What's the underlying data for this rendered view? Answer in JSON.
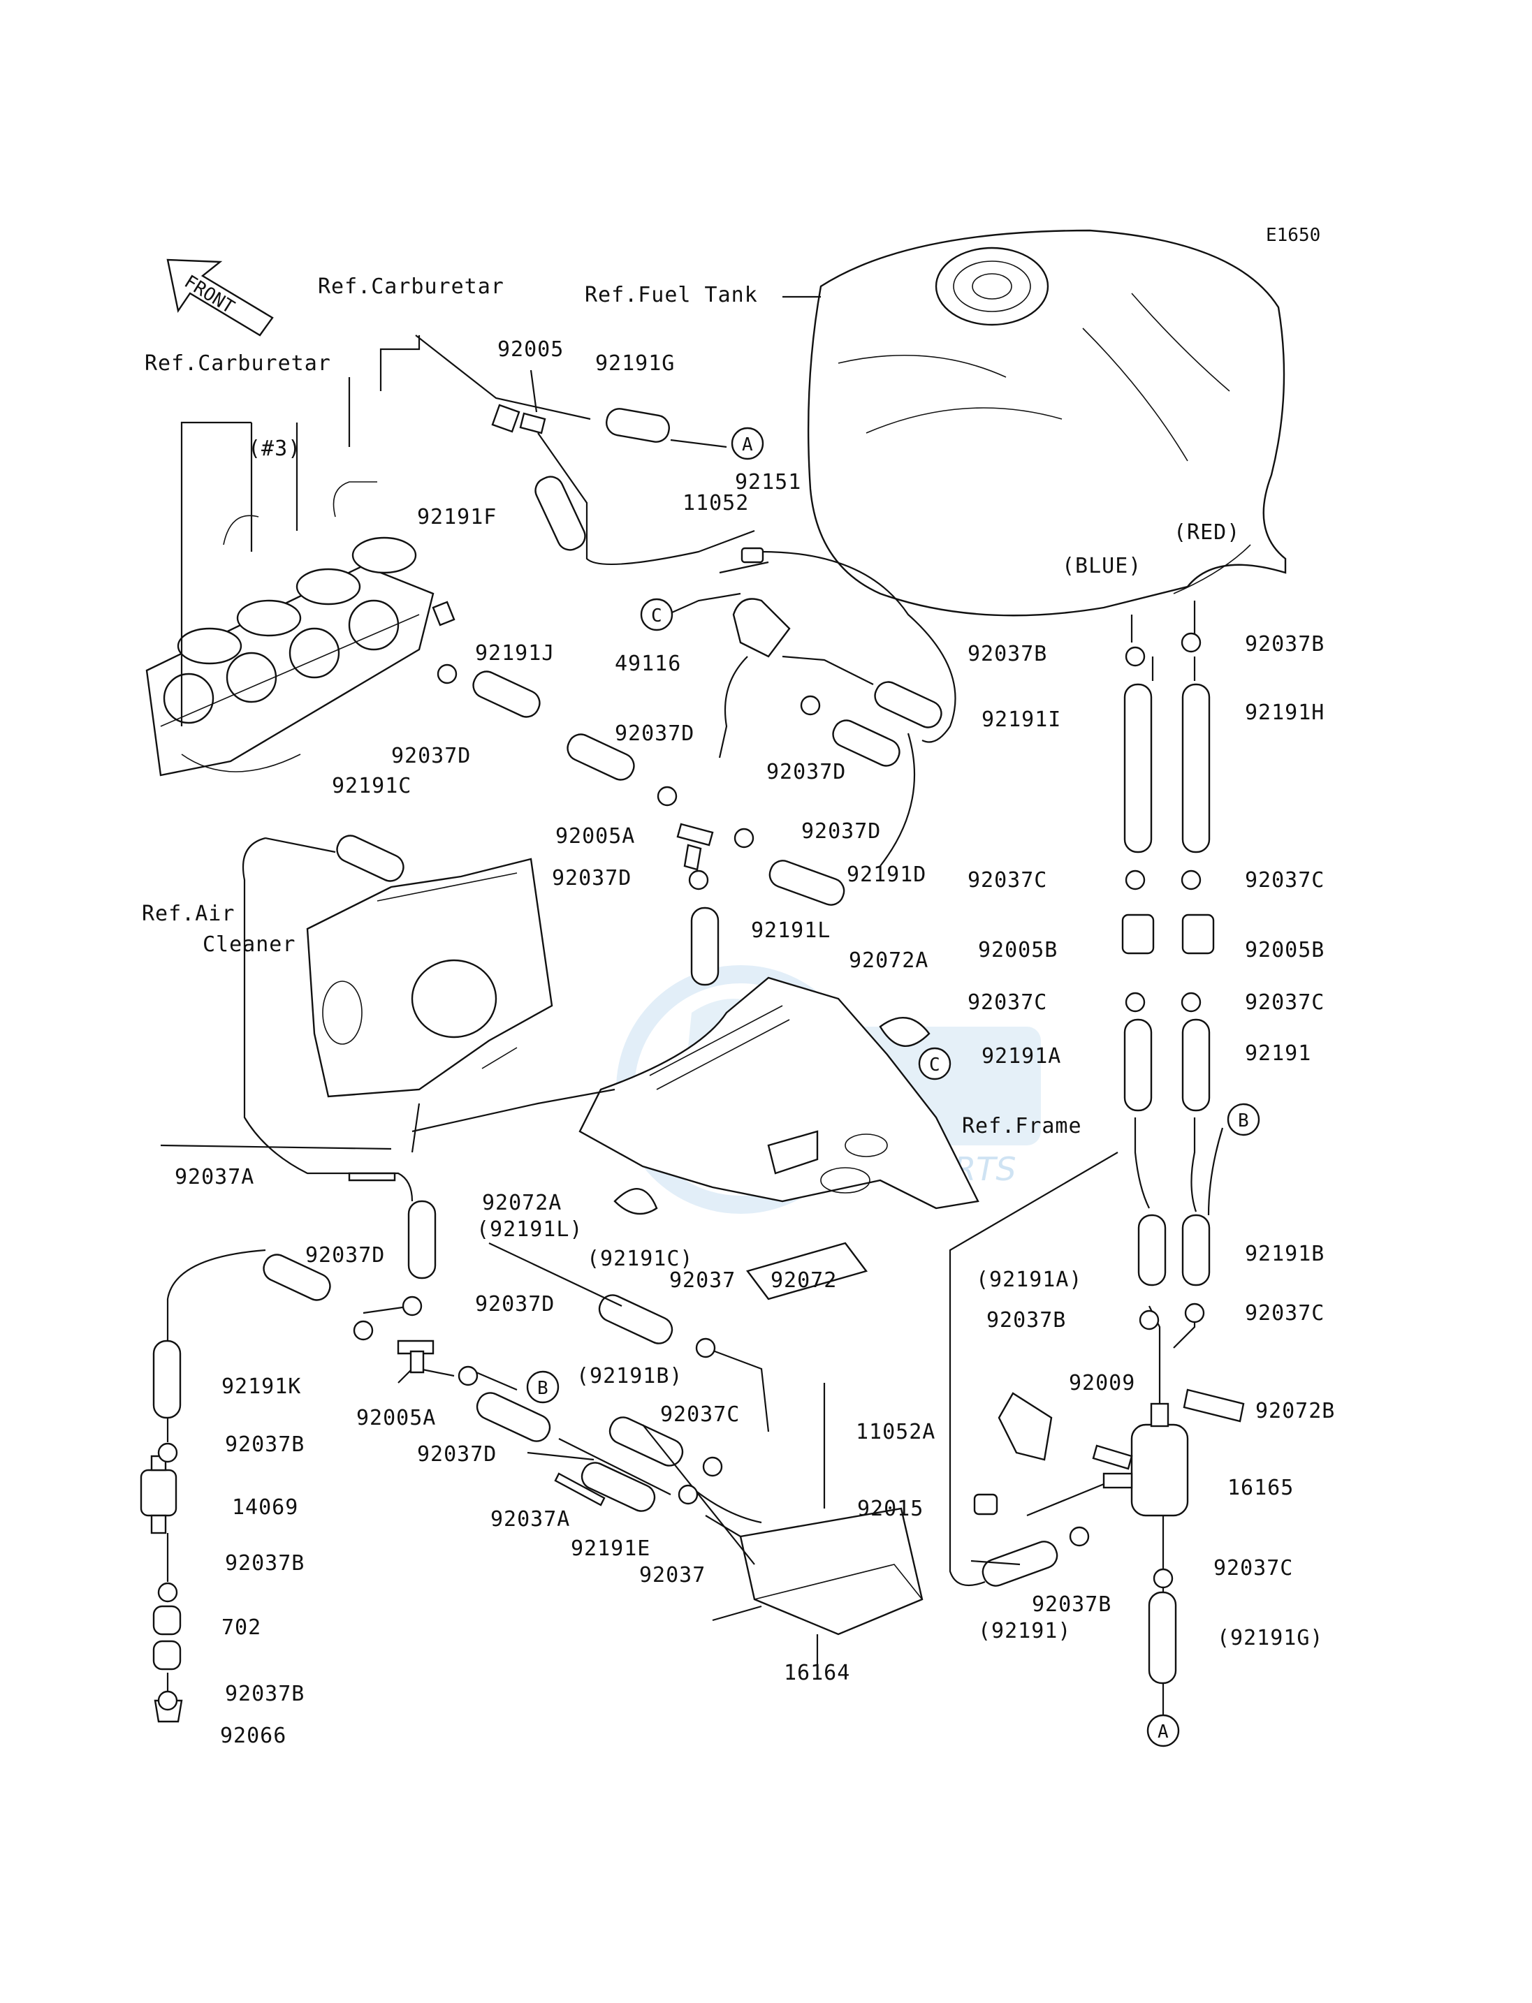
{
  "figure_code": "E1650",
  "front_marker": "FRONT",
  "references": {
    "carburetor_1": "Ref.Carburetar",
    "carburetor_2": "Ref.Carburetar",
    "carb_no3": "(#3)",
    "fuel_tank": "Ref.Fuel Tank",
    "air_cleaner_1": "Ref.Air",
    "air_cleaner_2": "Cleaner",
    "frame": "Ref.Frame",
    "blue": "(BLUE)",
    "red": "(RED)"
  },
  "connectors": {
    "a": "A",
    "b": "B",
    "c": "C"
  },
  "parts": {
    "p92005": "92005",
    "p92191G": "92191G",
    "p92191F": "92191F",
    "p11052": "11052",
    "p92151": "92151",
    "p49116": "49116",
    "p92037D_a": "92037D",
    "p92191J": "92191J",
    "p92037D_b": "92037D",
    "p92037D_c": "92037D",
    "p92191C": "92191C",
    "p92005A_a": "92005A",
    "p92037D_d": "92037D",
    "p92037D_e": "92037D",
    "p92191D": "92191D",
    "p92191L": "92191L",
    "p92072A_a": "92072A",
    "p92037B_a": "92037B",
    "p92037B_b": "92037B",
    "p92191I": "92191I",
    "p92191H": "92191H",
    "p92037C_a": "92037C",
    "p92037C_b": "92037C",
    "p92005B_a": "92005B",
    "p92005B_b": "92005B",
    "p92037C_c": "92037C",
    "p92037C_d": "92037C",
    "p92191A": "92191A",
    "p92191": "92191",
    "p92037A_a": "92037A",
    "p92072A_b": "92072A",
    "p92191L_paren": "(92191L)",
    "p92191C_paren": "(92191C)",
    "p92037": "92037",
    "p92072": "92072",
    "p92191A_paren": "(92191A)",
    "p92191B": "92191B",
    "p92037B_c": "92037B",
    "p92037C_e": "92037C",
    "p92037D_f": "92037D",
    "p92037D_g": "92037D",
    "p92191K": "92191K",
    "p92005A_b": "92005A",
    "p92191B_paren": "(92191B)",
    "p92037C_f": "92037C",
    "p92009": "92009",
    "p11052A": "11052A",
    "p92072B": "92072B",
    "p92037D_h": "92037D",
    "p92037B_d": "92037B",
    "p14069": "14069",
    "p92037A_b": "92037A",
    "p92191E": "92191E",
    "p92015": "92015",
    "p16165": "16165",
    "p92037_b": "92037",
    "p92037C_g": "92037C",
    "p92037B_e": "92037B",
    "p702": "702",
    "p16164": "16164",
    "p92191_paren": "(92191)",
    "p92037B_f": "92037B",
    "p92191G_paren": "(92191G)",
    "p92037B_g": "92037B",
    "p92066": "92066"
  },
  "watermark": {
    "brand": "MOTORSPORTS",
    "color": "#2a7fc1"
  }
}
